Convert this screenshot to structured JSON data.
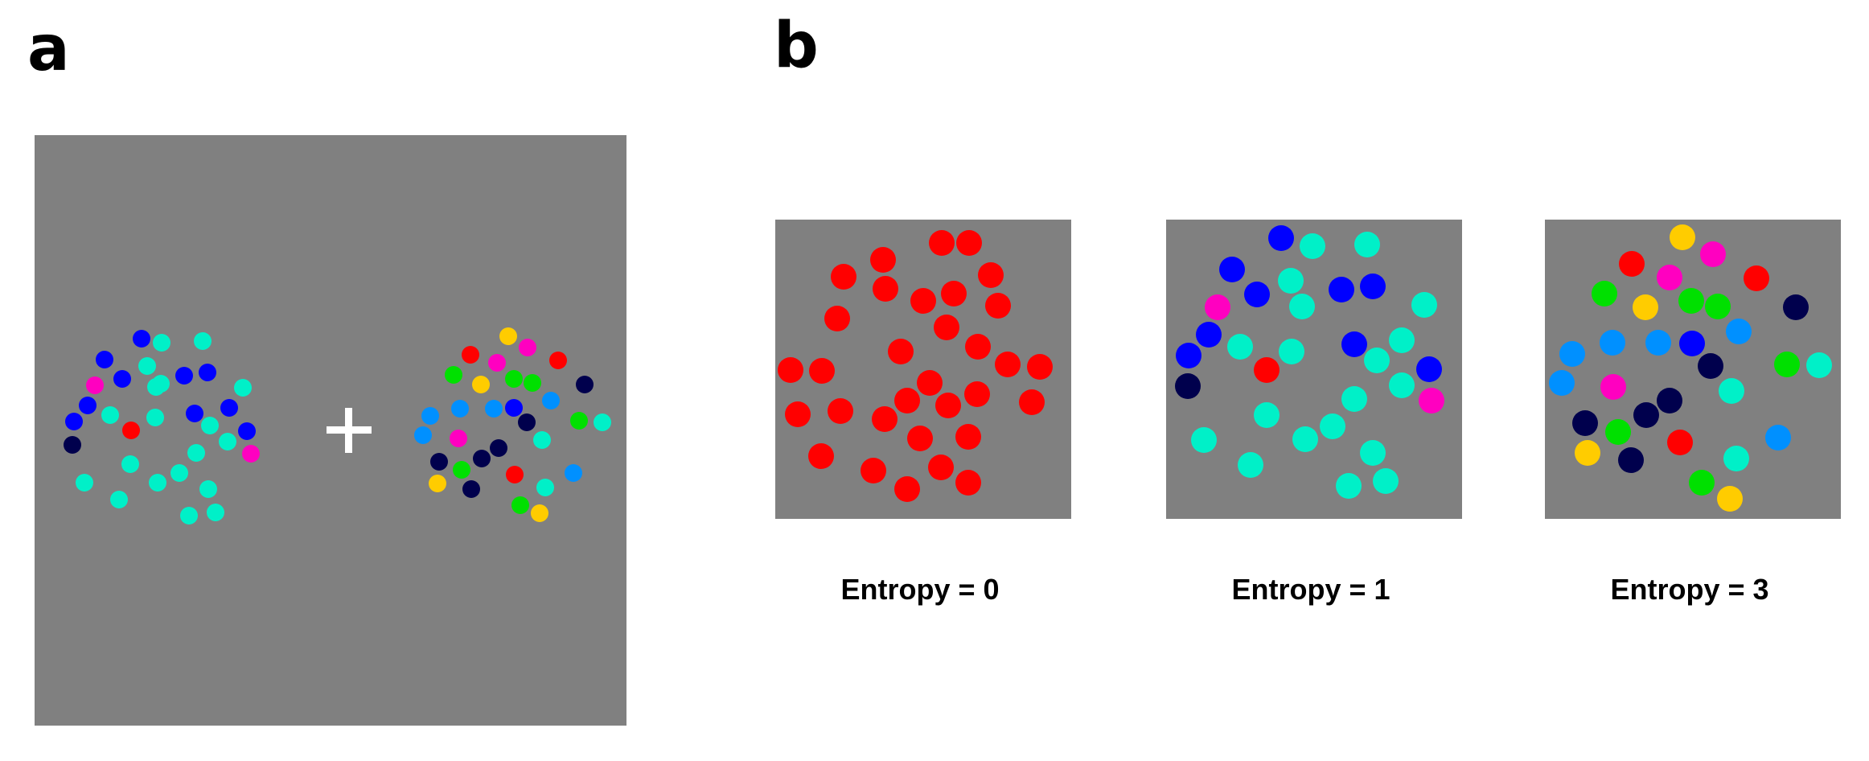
{
  "panels": {
    "a": {
      "letter": "a"
    },
    "b": {
      "letter": "b",
      "examples": [
        {
          "label": "Entropy = 0"
        },
        {
          "label": "Entropy = 1"
        },
        {
          "label": "Entropy = 3"
        }
      ]
    }
  },
  "colors": {
    "background": "#808080",
    "red": "#ff0000",
    "blue": "#0000ff",
    "navy": "#00004d",
    "cyan": "#00f0c8",
    "magenta": "#ff00c0",
    "azure": "#0090ff",
    "green": "#00e000",
    "yellow": "#ffcc00",
    "fixation": "#ffffff"
  }
}
